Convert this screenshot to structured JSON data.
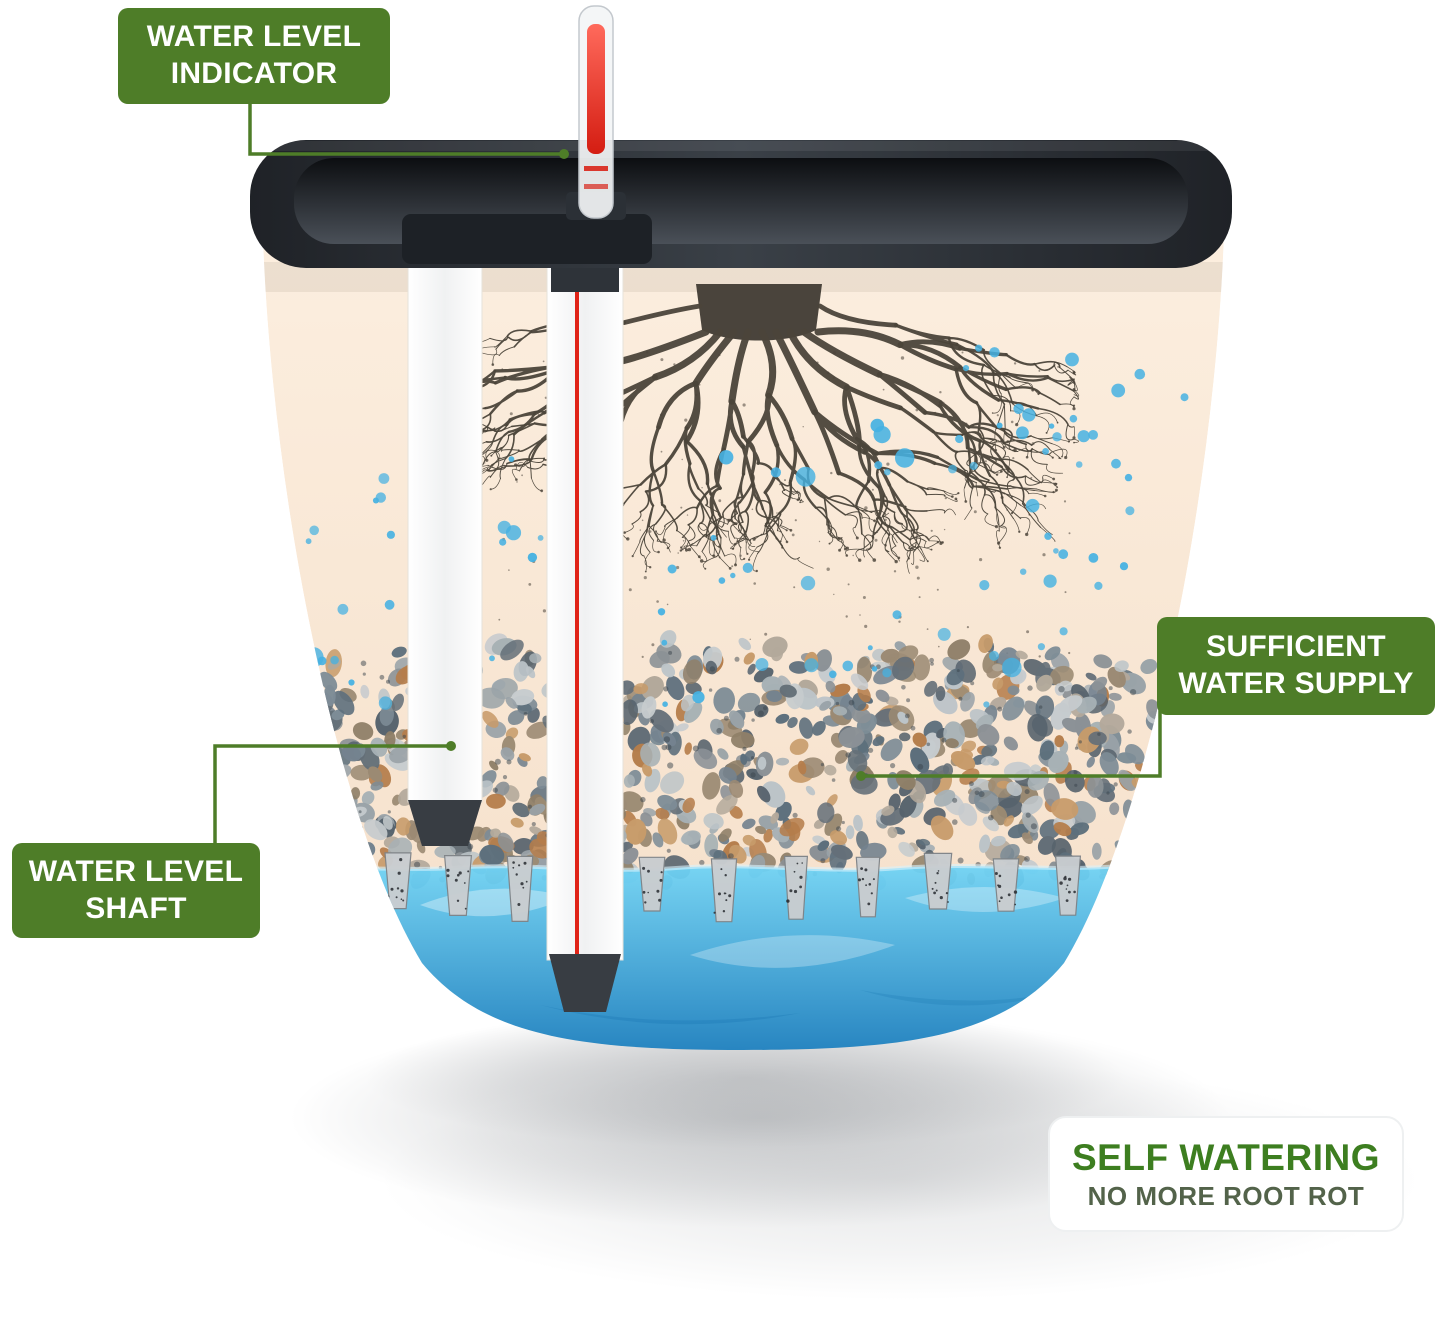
{
  "labels": {
    "water_level_indicator": {
      "line1": "WATER LEVEL",
      "line2": "INDICATOR"
    },
    "sufficient_water_supply": {
      "line1": "SUFFICIENT",
      "line2": "WATER SUPPLY"
    },
    "water_level_shaft": {
      "line1": "WATER LEVEL",
      "line2": "SHAFT"
    },
    "self_watering": {
      "title": "SELF WATERING",
      "subtitle": "NO MORE ROOT ROT"
    }
  },
  "colors": {
    "badge_green": "#4e7d28",
    "connector_green": "#4e7d28",
    "title_green": "#3d7e20",
    "subtitle_green": "#53634a",
    "water_blue": "#2496d4",
    "indicator_red": "#e02317",
    "rim_charcoal": "#2a2e34",
    "body_cream": "#f9e8d7"
  }
}
